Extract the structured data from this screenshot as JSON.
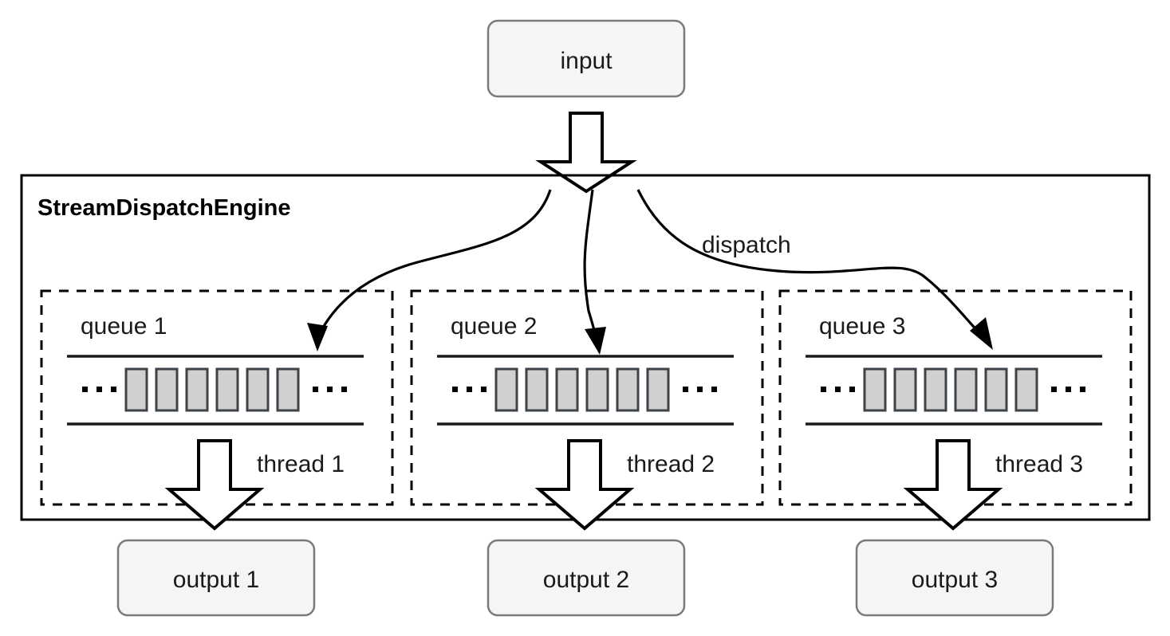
{
  "diagram": {
    "title": "StreamDispatchEngine",
    "input": {
      "label": "input"
    },
    "dispatch": {
      "label": "dispatch"
    },
    "lanes": [
      {
        "queue_label": "queue 1",
        "thread_label": "thread 1",
        "output_label": "output 1",
        "queue_cells": 6,
        "leading_ellipsis": "...",
        "trailing_ellipsis": "..."
      },
      {
        "queue_label": "queue 2",
        "thread_label": "thread 2",
        "output_label": "output 2",
        "queue_cells": 6,
        "leading_ellipsis": "...",
        "trailing_ellipsis": "..."
      },
      {
        "queue_label": "queue 3",
        "thread_label": "thread 3",
        "output_label": "output 3",
        "queue_cells": 6,
        "leading_ellipsis": "...",
        "trailing_ellipsis": "..."
      }
    ],
    "colors": {
      "box_fill": "#f5f5f5",
      "box_stroke": "#7a7a7a",
      "cell_fill": "#d0d0d0",
      "cell_stroke": "#3d4348",
      "line": "#000000",
      "background": "#ffffff"
    }
  }
}
